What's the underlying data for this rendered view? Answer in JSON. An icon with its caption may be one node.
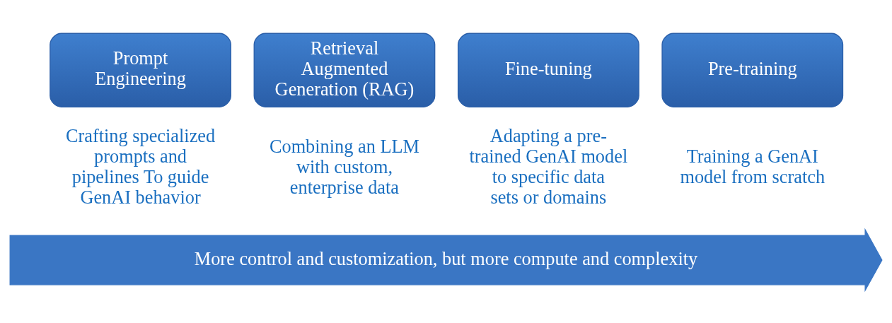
{
  "diagram": {
    "nodes": [
      {
        "text": [
          "Prompt Engineering"
        ],
        "beside": [
          "Crafting specialized prompts and pipelines To guide GenAI behavior"
        ]
      },
      {
        "text": [
          "Retrieval Augmented Generation (RAG)"
        ],
        "beside": [
          "Combining an LLM with custom, enterprise data"
        ]
      },
      {
        "text": [
          "Fine-tuning"
        ],
        "beside": [
          "Adapting a pre-trained GenAI model to specific data sets or domains"
        ]
      },
      {
        "text": [
          "Pre-training"
        ],
        "beside": [
          "Training a GenAI model from scratch"
        ]
      },
      {
        "text": [
          "More control and customization, but more compute and complexity"
        ]
      }
    ],
    "edges": []
  }
}
